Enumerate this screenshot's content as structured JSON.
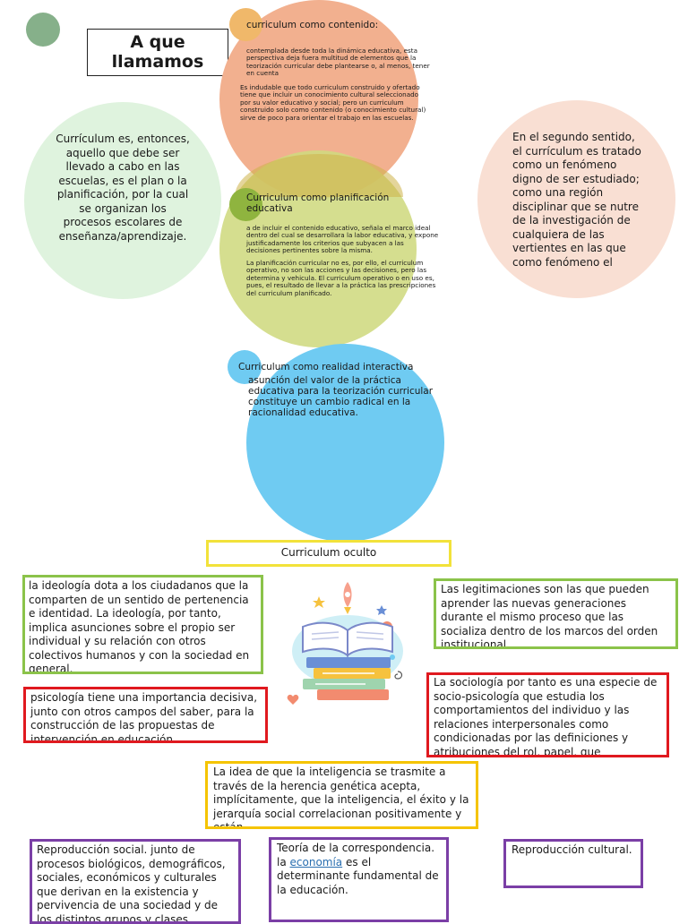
{
  "title": "A que llamamos",
  "left_circle_text": "Currículum es, entonces, aquello que debe ser llevado a cabo en las escuelas, es el plan o la planificación, por la cual se organizan los procesos escolares de enseñanza/aprendizaje.",
  "right_circle_text": "En el segundo sentido, el currículum es tratado como un fenómeno digno de ser estudiado; como una región disciplinar que se nutre de la investigación de cualquiera de las vertientes en las que como fenómeno el",
  "bubble1": {
    "heading": "curriculum como contenido:",
    "p1": "contemplada desde toda la dinámica educativa, esta perspectiva deja fuera multitud de elementos que la teorización curricular debe plantearse o, al menos, tener en cuenta",
    "p2": "Es indudable que todo curriculum construido y ofertado tiene que incluir un conocimiento cultural seleccionado por su valor educativo y social; pero un curriculum construido solo como contenido (o conocimiento cultural) sirve de poco para orientar el trabajo en las escuelas."
  },
  "bubble2": {
    "heading": "Curriculum como planificación educativa",
    "p1": "a de incluir el contenido educativo, señala el marco ideal dentro del cual se desarrollara la labor educativa, y expone justificadamente los criterios que subyacen a las decisiones pertinentes sobre la misma.",
    "p2": "La planificación curricular no es, por ello, el curriculum operativo, no son las acciones y las decisiones, pero las determina y vehicula. El curriculum operativo o en uso es, pues, el resultado de llevar a la práctica las prescripciones del curriculum planificado."
  },
  "bubble3": {
    "heading": "Curriculum como realidad interactiva",
    "text": "asunción del valor de la práctica educativa para la teorización curricular constituye un cambio radical en la racionalidad educativa."
  },
  "hidden_title": "Curriculum oculto",
  "box_ideologia": "la ideología dota a los ciudadanos que la comparten de un sentido de pertenencia e identidad. La ideología, por tanto, implica asunciones sobre el propio ser individual y su relación con otros colectivos humanos y con la sociedad en general.",
  "box_legitimaciones": "Las legitimaciones son las que pueden aprender las nuevas generaciones durante el mismo proceso que las socializa dentro de los marcos del orden institucional.",
  "box_psicologia": "psicología tiene una importancia decisiva, junto con otros campos del saber, para la construcción de las propuestas de intervención en educación.",
  "box_sociologia": "La sociología por tanto es una especie de socio-psicología que estudia los comportamientos del individuo y las relaciones interpersonales como condicionadas por las definiciones y atribuciones del rol, papel, que desarrollan",
  "box_inteligencia": "La idea de que la inteligencia se trasmite a través de la herencia genética acepta, implícitamente, que la inteligencia, el éxito y la jerarquía social correlacionan positivamente y están",
  "box_reproduccion_social": "Reproducción social. junto de procesos biológicos, demográficos, sociales, económicos y culturales que derivan en la existencia y pervivencia de una sociedad y de los distintos grupos y clases sociales",
  "box_correspondencia": {
    "line1": "Teoría de la correspondencia. la",
    "link": "economía",
    "line2": "es el determinante fundamental de la educación."
  },
  "box_reproduccion_cultural": "Reproducción cultural.",
  "colors": {
    "salmon": "#f2b08f",
    "olive": "#d4dc8a",
    "sky": "#6fcbf2",
    "mint": "#dff3de",
    "peach": "#f9dfd3",
    "green_dot": "#86b08a"
  }
}
